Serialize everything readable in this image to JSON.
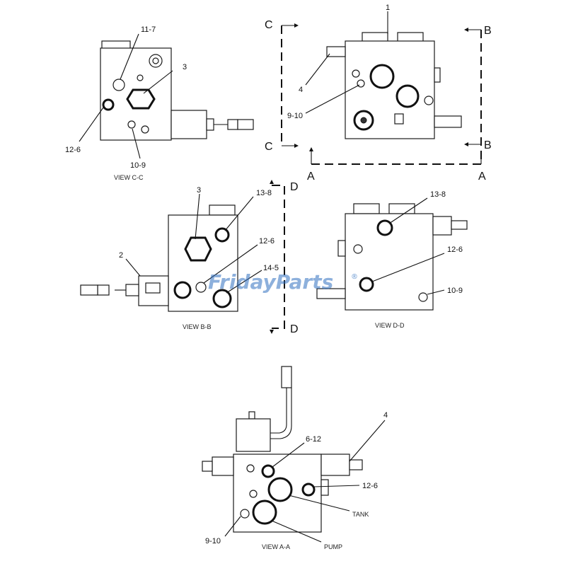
{
  "callouts": {
    "c_11_7": "11-7",
    "c_3_cc": "3",
    "c_12_6_cc": "12-6",
    "c_10_9_cc": "10-9",
    "c_1": "1",
    "c_4_top": "4",
    "c_9_10_top": "9-10",
    "c_3_bb": "3",
    "c_13_8_bb": "13-8",
    "c_2": "2",
    "c_12_6_bb": "12-6",
    "c_14_5": "14-5",
    "c_13_8_dd": "13-8",
    "c_12_6_dd": "12-6",
    "c_10_9_dd": "10-9",
    "c_6_12": "6-12",
    "c_4_aa": "4",
    "c_12_6_aa": "12-6",
    "c_tank": "TANK",
    "c_9_10_aa": "9-10",
    "c_pump": "PUMP"
  },
  "views": {
    "cc": "VIEW C-C",
    "bb": "VIEW B-B",
    "dd": "VIEW D-D",
    "aa": "VIEW A-A"
  },
  "sections": {
    "c_top": "C",
    "c_bottom": "C",
    "b_top": "B",
    "b_bottom": "B",
    "a_left": "A",
    "a_right": "A",
    "d_top": "D",
    "d_bottom": "D"
  },
  "watermark": {
    "text": "FridayParts",
    "reg": "®"
  },
  "colors": {
    "line": "#1a1a1a",
    "watermark": "#2f6fc0"
  }
}
